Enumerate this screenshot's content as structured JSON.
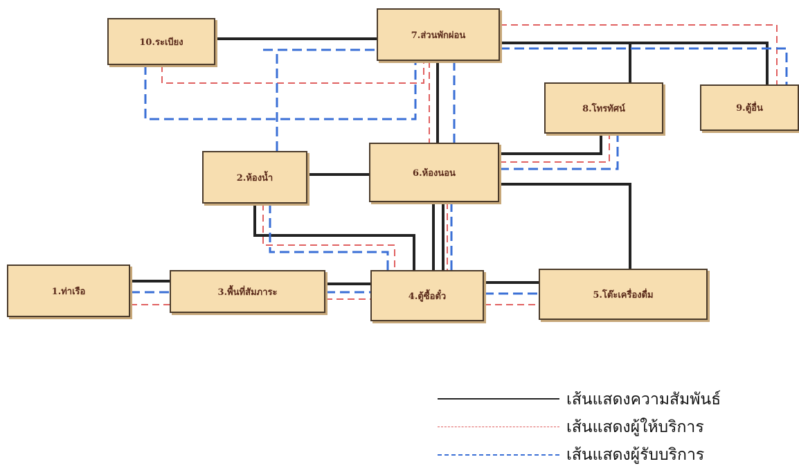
{
  "nodes": {
    "n1": "1.ท่าเรือ",
    "n2": "2.ห้องน้ำ",
    "n3": "3.พื้นที่สัมภาระ",
    "n4": "4.ตู้ซื้อตั๋ว",
    "n5": "5.โต๊ะเครื่องดื่ม",
    "n6": "6.ห้องนอน",
    "n7": "7.ส่วนพักผ่อน",
    "n8": "8.โทรทัศน์",
    "n9": "9.ตู้อื่น",
    "n10": "10.ระเบียง"
  },
  "legend": [
    {
      "label": "เส้นแสดงความสัมพันธ์",
      "color": "#222222",
      "style": "solid"
    },
    {
      "label": "เส้นแสดงผู้ให้บริการ",
      "color": "#e06060",
      "style": "dashed"
    },
    {
      "label": "เส้นแสดงผู้รับบริการ",
      "color": "#3a6fd6",
      "style": "dashed"
    }
  ],
  "colors": {
    "node_fill": "#f7deb0",
    "relation": "#222222",
    "provider": "#e06060",
    "receiver": "#3a6fd6"
  }
}
